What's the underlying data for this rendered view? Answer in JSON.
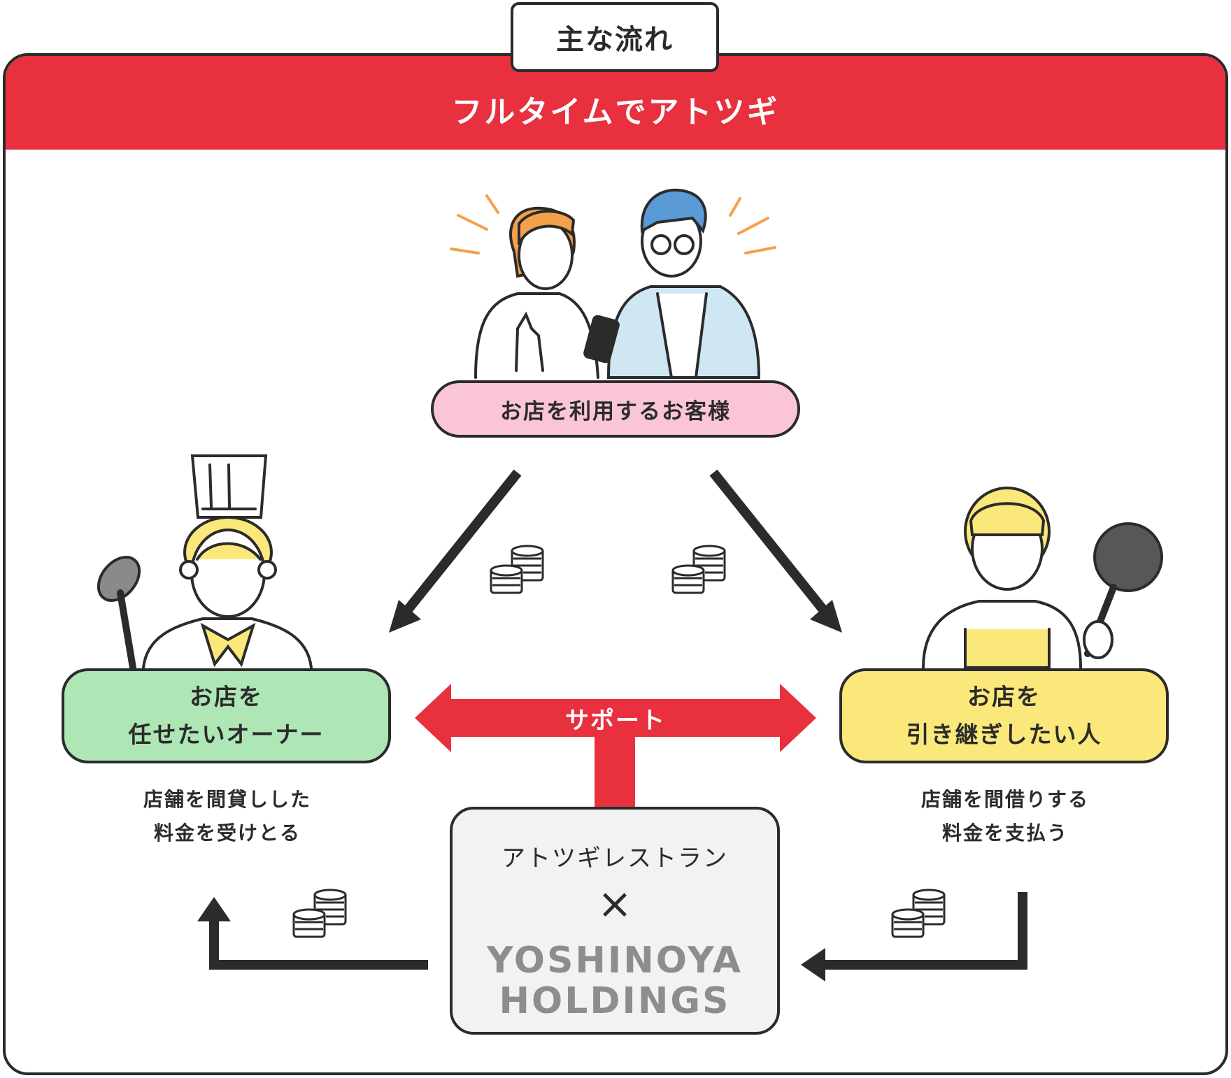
{
  "tab_label": "主な流れ",
  "banner_title": "フルタイムでアトツギ",
  "colors": {
    "accent_red": "#e8303e",
    "customer_pink": "#fbc5d8",
    "owner_green": "#aee6b6",
    "heir_yellow": "#fae87a",
    "company_gray": "#f2f2f2",
    "outline": "#2b2b2b"
  },
  "nodes": {
    "customer": {
      "label": "お店を利用するお客様"
    },
    "owner": {
      "line1": "お店を",
      "line2": "任せたいオーナー",
      "note_line1": "店舗を間貸しした",
      "note_line2": "料金を受けとる"
    },
    "heir": {
      "line1": "お店を",
      "line2": "引き継ぎしたい人",
      "note_line1": "店舗を間借りする",
      "note_line2": "料金を支払う"
    },
    "company": {
      "name": "アトツギレストラン",
      "cross": "×",
      "brand_line1": "YOSHINOYA",
      "brand_line2": "HOLDINGS"
    }
  },
  "support_label": "サポート",
  "icons": [
    "coin-stack-icon",
    "arrow-icon",
    "chef-illustration",
    "customers-illustration",
    "cook-illustration"
  ]
}
